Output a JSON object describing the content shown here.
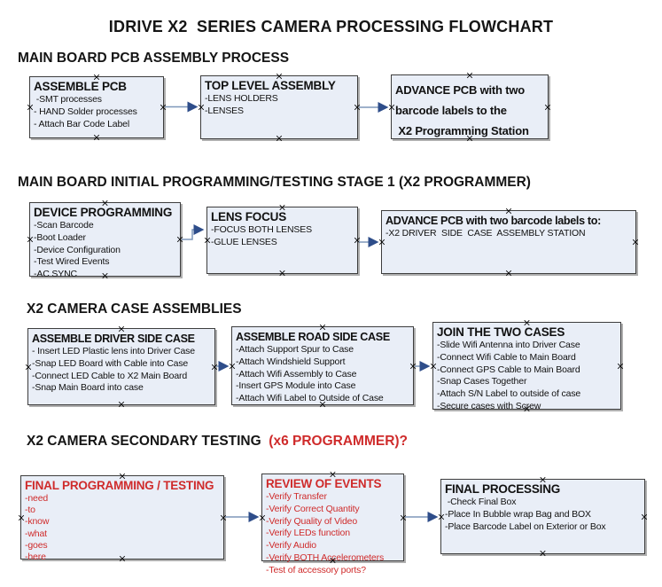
{
  "title": "IDRIVE X2  SERIES CAMERA PROCESSING FLOWCHART",
  "colors": {
    "box_fill": "#e9eef7",
    "box_border": "#3d3d3d",
    "red_text": "#cf2b2b",
    "arrow_line": "#7e97ba",
    "arrow_head": "#2e4d8a",
    "text": "#151515"
  },
  "sections": [
    {
      "heading": "MAIN BOARD PCB ASSEMBLY PROCESS",
      "boxes": [
        {
          "title": "ASSEMBLE PCB",
          "items": [
            " -SMT processes",
            "- HAND Solder processes",
            "- Attach Bar Code Label"
          ]
        },
        {
          "title": "TOP LEVEL ASSEMBLY",
          "items": [
            "-LENS HOLDERS",
            "-LENSES"
          ]
        },
        {
          "title": "ADVANCE PCB with two",
          "items": [
            "barcode labels to the",
            " X2 Programming Station"
          ]
        }
      ]
    },
    {
      "heading": "MAIN BOARD INITIAL PROGRAMMING/TESTING STAGE 1 (X2 PROGRAMMER)",
      "boxes": [
        {
          "title": "DEVICE PROGRAMMING",
          "items": [
            "-Scan Barcode",
            "-Boot Loader",
            "-Device Configuration",
            "-Test Wired Events",
            "-AC SYNC"
          ]
        },
        {
          "title": "LENS FOCUS",
          "items": [
            "-FOCUS BOTH LENSES",
            "-GLUE LENSES"
          ]
        },
        {
          "title": "ADVANCE PCB with two barcode labels to:",
          "items": [
            "-X2 DRIVER  SIDE  CASE  ASSEMBLY STATION"
          ]
        }
      ]
    },
    {
      "heading": "X2 CAMERA CASE ASSEMBLIES",
      "boxes": [
        {
          "title": "ASSEMBLE DRIVER SIDE CASE",
          "items": [
            "- Insert LED Plastic lens into Driver Case",
            "-Snap LED Board with Cable into Case",
            "-Connect LED Cable to X2 Main Board",
            "-Snap Main Board into case"
          ]
        },
        {
          "title": "ASSEMBLE ROAD SIDE CASE",
          "items": [
            "-Attach Support Spur to Case",
            "-Attach Windshield Support",
            "-Attach Wifi Assembly to Case",
            "-Insert GPS Module into Case",
            "-Attach Wifi Label to Outside of Case"
          ]
        },
        {
          "title": "JOIN THE TWO CASES",
          "items": [
            "-Slide Wifi Antenna into Driver Case",
            "-Connect Wifi Cable to Main Board",
            "-Connect GPS Cable to Main Board",
            "-Snap Cases Together",
            "-Attach S/N Label to outside of case",
            "-Secure cases with Screw"
          ]
        }
      ]
    },
    {
      "heading": "X2 CAMERA SECONDARY TESTING  ",
      "heading_red": "(x6 PROGRAMMER)?",
      "boxes": [
        {
          "title": "FINAL PROGRAMMING / TESTING",
          "items": [
            "-need",
            "-to",
            "-know",
            "-what",
            "-goes",
            "-here"
          ]
        },
        {
          "title": "REVIEW OF EVENTS",
          "items": [
            "-Verify Transfer",
            "-Verify Correct Quantity",
            "-Verify Quality of Video",
            "-Verify LEDs function",
            "-Verify Audio",
            "-Verify BOTH Accelerometers",
            "-Test of accessory ports?"
          ]
        },
        {
          "title": "FINAL PROCESSING",
          "items": [
            " -Check Final Box",
            "-Place In Bubble wrap Bag and BOX",
            "-Place Barcode Label on Exterior or Box"
          ]
        }
      ]
    }
  ]
}
